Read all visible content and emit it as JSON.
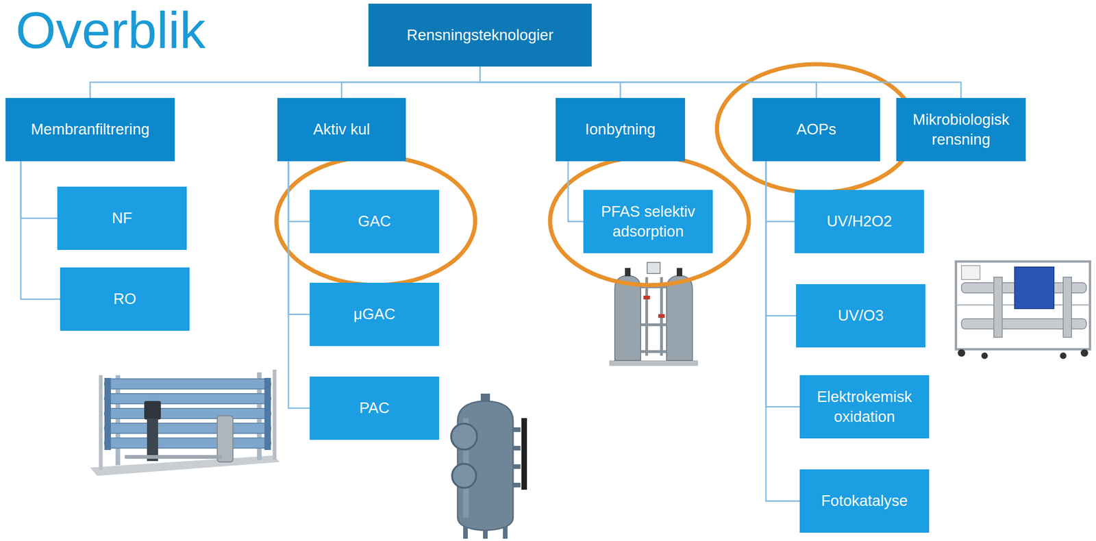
{
  "diagram": {
    "title": "Overblik",
    "nodes": [
      {
        "text": [
          "Rensningsteknologier"
        ]
      },
      {
        "text": [
          "Membranfiltrering"
        ]
      },
      {
        "text": [
          "Aktiv kul"
        ]
      },
      {
        "text": [
          "Ionbytning"
        ]
      },
      {
        "text": [
          "AOPs"
        ]
      },
      {
        "text": [
          "Mikrobiologisk rensning"
        ]
      },
      {
        "text": [
          "NF"
        ]
      },
      {
        "text": [
          "RO"
        ]
      },
      {
        "text": [
          "GAC"
        ]
      },
      {
        "text": [
          "μGAC"
        ]
      },
      {
        "text": [
          "PAC"
        ]
      },
      {
        "text": [
          "PFAS selektiv adsorption"
        ]
      },
      {
        "text": [
          "UV/H2O2"
        ]
      },
      {
        "text": [
          "UV/O3"
        ]
      },
      {
        "text": [
          "Elektrokemisk oxidation"
        ]
      },
      {
        "text": [
          "Fotokatalyse"
        ]
      }
    ],
    "edges": [
      {
        "from": 0,
        "to": 1,
        "arrow": "none"
      },
      {
        "from": 0,
        "to": 2,
        "arrow": "none"
      },
      {
        "from": 0,
        "to": 3,
        "arrow": "none"
      },
      {
        "from": 0,
        "to": 4,
        "arrow": "none"
      },
      {
        "from": 0,
        "to": 5,
        "arrow": "none"
      },
      {
        "from": 1,
        "to": 6,
        "arrow": "none"
      },
      {
        "from": 1,
        "to": 7,
        "arrow": "none"
      },
      {
        "from": 2,
        "to": 8,
        "arrow": "none"
      },
      {
        "from": 2,
        "to": 9,
        "arrow": "none"
      },
      {
        "from": 2,
        "to": 10,
        "arrow": "none"
      },
      {
        "from": 3,
        "to": 11,
        "arrow": "none"
      },
      {
        "from": 4,
        "to": 12,
        "arrow": "none"
      },
      {
        "from": 4,
        "to": 13,
        "arrow": "none"
      },
      {
        "from": 4,
        "to": 14,
        "arrow": "none"
      },
      {
        "from": 4,
        "to": 15,
        "arrow": "none"
      }
    ]
  }
}
